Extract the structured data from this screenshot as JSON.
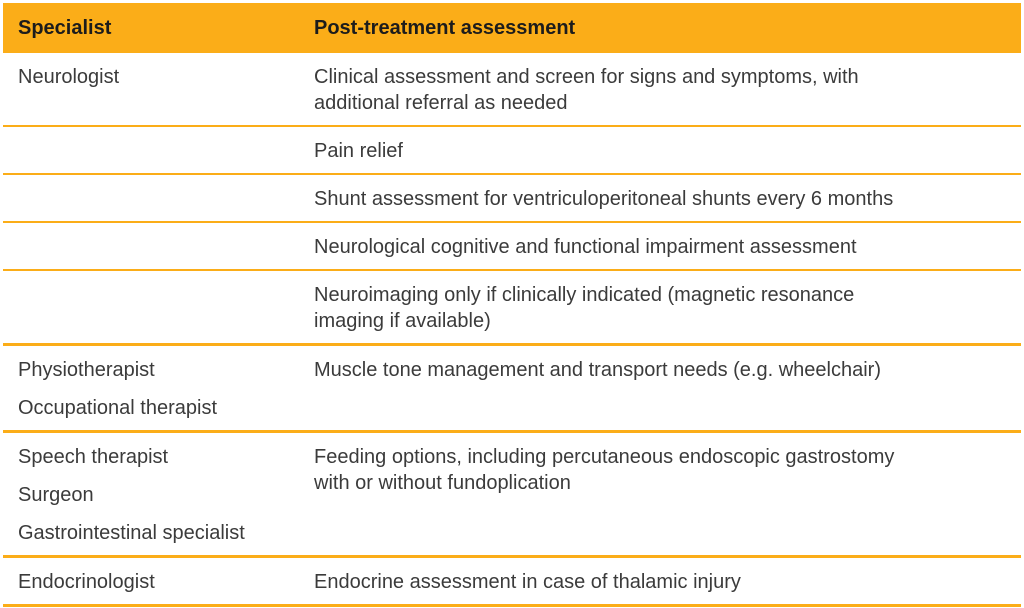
{
  "table": {
    "title_hint": "Specialist post-treatment assessment table",
    "colors": {
      "accent_orange": "#FBAD18",
      "header_text": "#1C1C1C",
      "body_text": "#3B3B3B",
      "background": "#FFFFFF"
    },
    "header": {
      "col1": "Specialist",
      "col2": "Post-treatment assessment"
    },
    "groups": [
      {
        "specialists": [
          "Neurologist"
        ],
        "assessments": [
          "Clinical assessment and screen for signs and symptoms, with\nadditional referral as needed",
          "Pain relief",
          "Shunt assessment for ventriculoperitoneal shunts every 6 months",
          "Neurological cognitive and functional impairment assessment",
          "Neuroimaging only if clinically indicated (magnetic resonance\nimaging if available)"
        ]
      },
      {
        "specialists": [
          "Physiotherapist",
          "Occupational therapist"
        ],
        "assessments": [
          "Muscle tone management and transport needs (e.g. wheelchair)"
        ]
      },
      {
        "specialists": [
          "Speech therapist",
          "Surgeon",
          "Gastrointestinal specialist"
        ],
        "assessments": [
          "Feeding options, including percutaneous endoscopic gastrostomy\nwith or without fundoplication"
        ]
      },
      {
        "specialists": [
          "Endocrinologist"
        ],
        "assessments": [
          "Endocrine assessment in case of thalamic injury"
        ]
      }
    ]
  }
}
